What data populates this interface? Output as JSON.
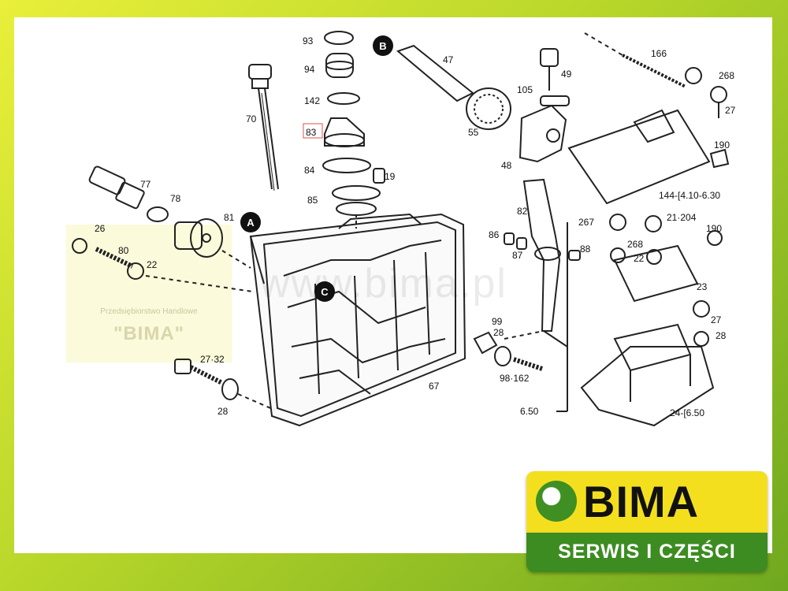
{
  "callouts": {
    "a": "A",
    "b": "B",
    "c": "C"
  },
  "parts": {
    "p93": "93",
    "p94": "94",
    "p142": "142",
    "p83": "83",
    "p84": "84",
    "p85": "85",
    "p19": "19",
    "p70": "70",
    "p77": "77",
    "p78": "78",
    "p81": "81",
    "p26": "26",
    "p80": "80",
    "p22a": "22",
    "p27_32": "27·32",
    "p28a": "28",
    "p67": "67",
    "p47": "47",
    "p55": "55",
    "p105": "105",
    "p49": "49",
    "p48": "48",
    "p82": "82",
    "p86": "86",
    "p87": "87",
    "p88": "88",
    "p99": "99",
    "p28b": "28",
    "p98_162": "98·162",
    "p166": "166",
    "p268a": "268",
    "p27a": "27",
    "p190a": "190",
    "p144": "144-[4.10-6.30",
    "p267": "267",
    "p21_204": "21·204",
    "p268b": "268",
    "p22b": "22",
    "p190b": "190",
    "p23": "23",
    "p27b": "27",
    "p28c": "28",
    "p6_50": "6.50",
    "p24": "24-[6.50"
  },
  "stamp": {
    "line1": "Przedsiębiorstwo Handlowe",
    "line2": "\"BIMA\""
  },
  "watermark": "www.bima.pl",
  "logo": {
    "brand": "BIMA",
    "tagline": "SERWIS I CZĘŚCI"
  },
  "colors": {
    "frame_yellow": "#e9ef3a",
    "frame_green": "#6fa81f",
    "logo_yellow": "#f4df1f",
    "logo_green": "#3d8c21"
  }
}
